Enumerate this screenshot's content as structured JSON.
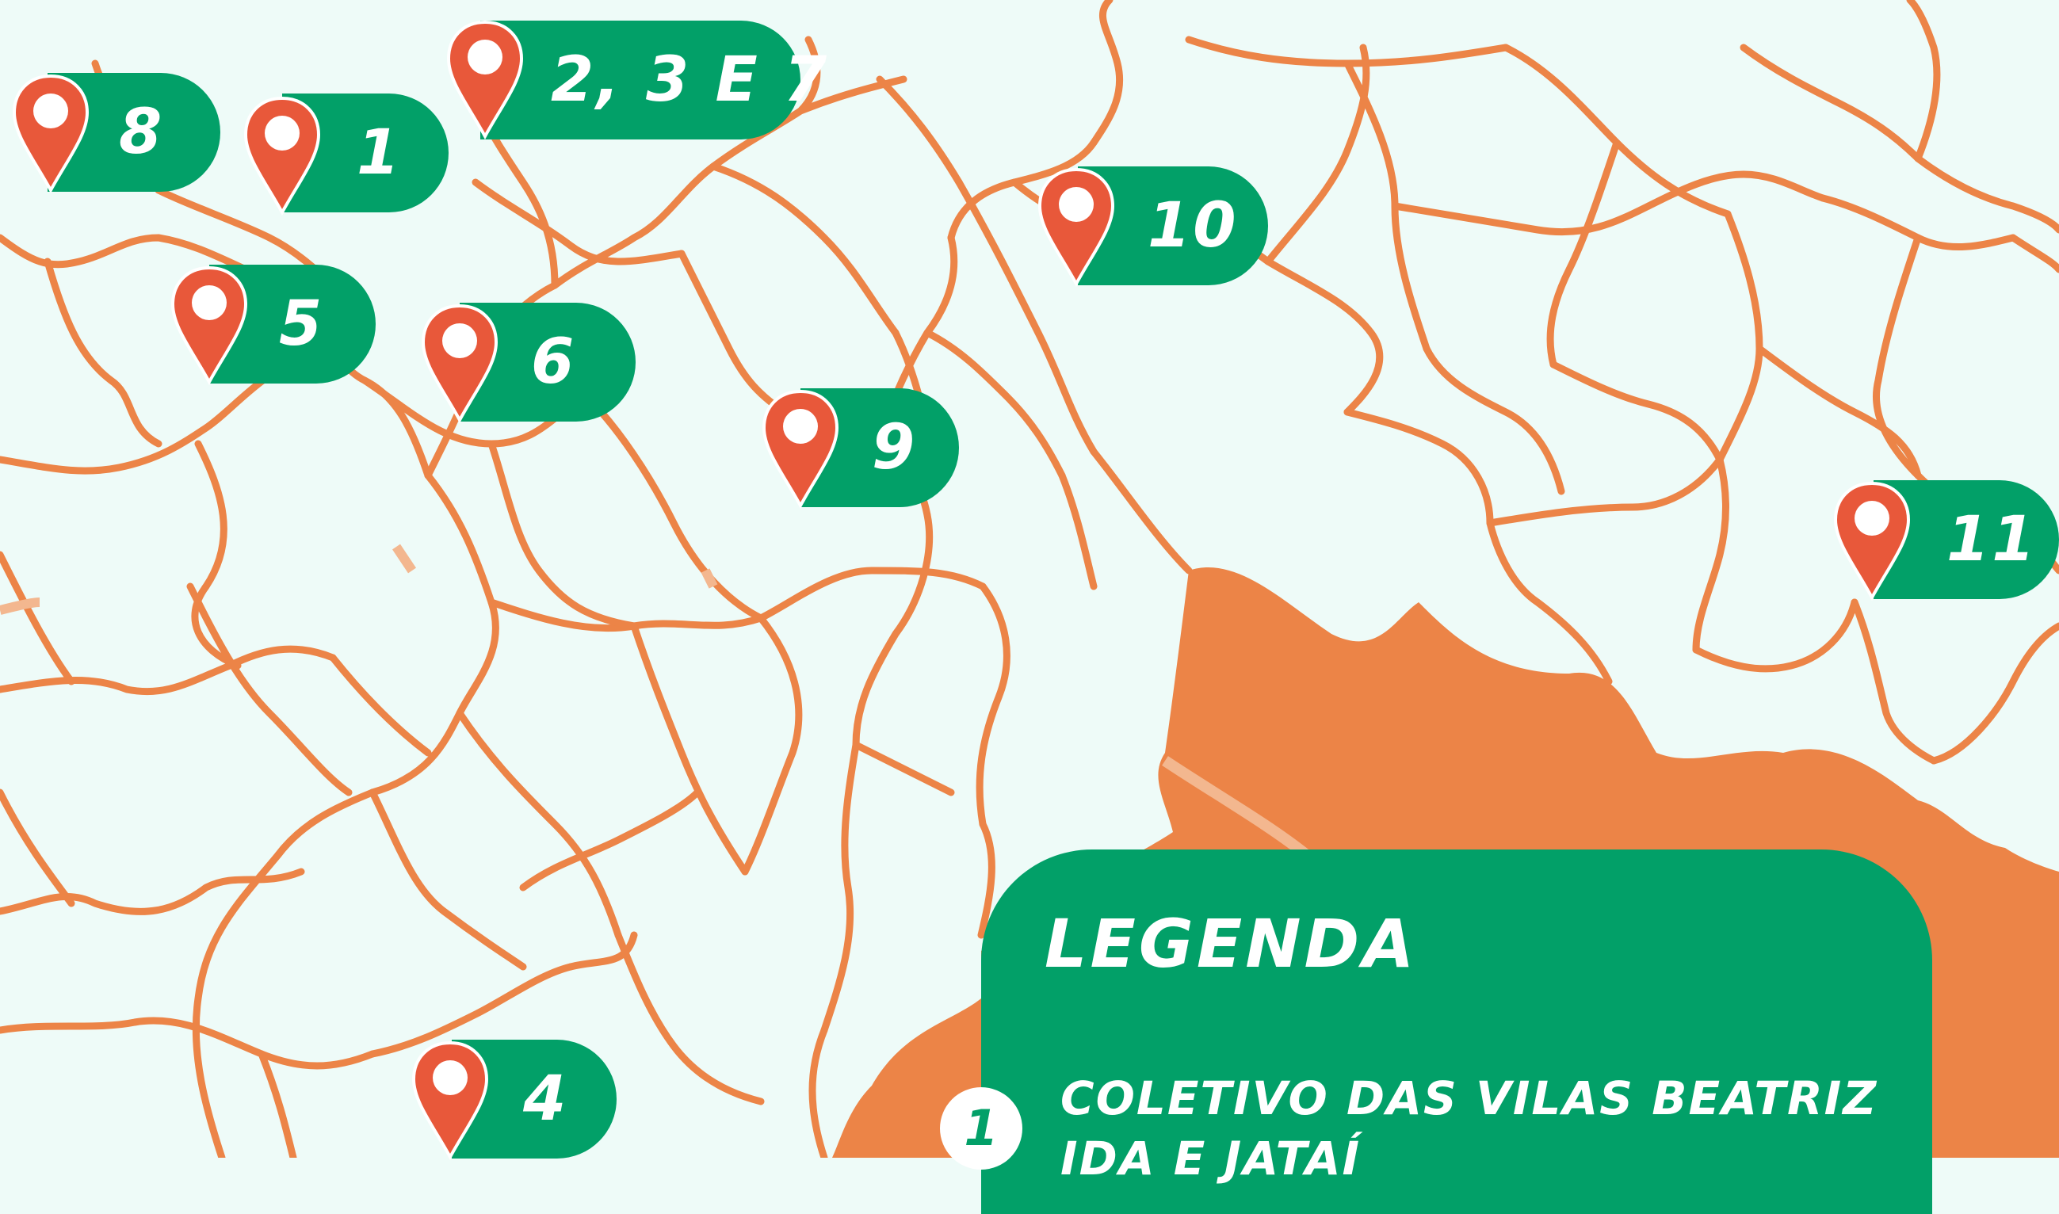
{
  "colors": {
    "background": "#eefbf8",
    "roads": "#ec8447",
    "marker_fill": "#02a068",
    "pin": "#e8583a",
    "water": "#ec8447"
  },
  "markers": [
    {
      "id": "m8",
      "label": "8"
    },
    {
      "id": "m1",
      "label": "1"
    },
    {
      "id": "m237",
      "label": "2, 3 E 7"
    },
    {
      "id": "m5",
      "label": "5"
    },
    {
      "id": "m6",
      "label": "6"
    },
    {
      "id": "m9",
      "label": "9"
    },
    {
      "id": "m10",
      "label": "10"
    },
    {
      "id": "m11",
      "label": "11"
    },
    {
      "id": "m4",
      "label": "4"
    }
  ],
  "legend": {
    "title": "LEGENDA",
    "items": [
      {
        "number": "1",
        "text": "COLETIVO DAS VILAS BEATRIZ IDA E JATAÍ"
      }
    ]
  }
}
